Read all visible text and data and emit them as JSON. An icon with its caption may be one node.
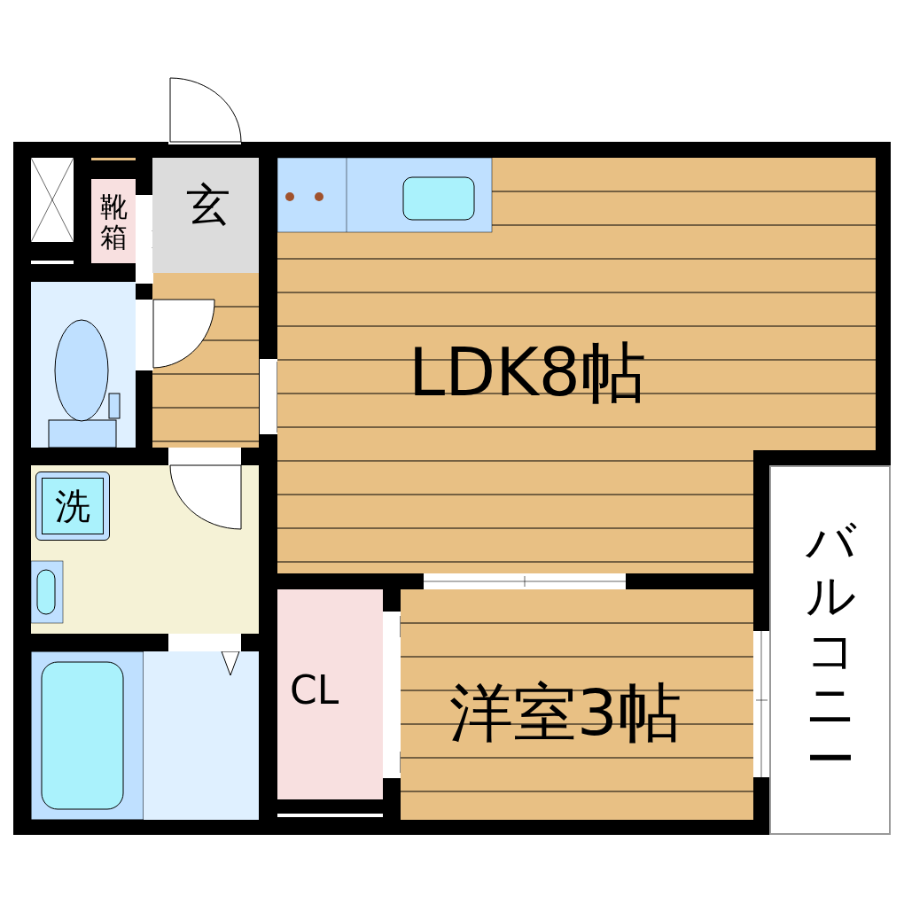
{
  "diagram": {
    "nodes": [
      {
        "text": [
          "靴箱"
        ]
      },
      {
        "text": [
          "玄"
        ]
      },
      {
        "text": [
          "LDK8帖"
        ]
      },
      {
        "text": [
          "洗"
        ]
      },
      {
        "text": [
          "CL"
        ]
      },
      {
        "text": [
          "洋室3帖"
        ]
      },
      {
        "text": [
          "バルコニー"
        ]
      }
    ]
  }
}
